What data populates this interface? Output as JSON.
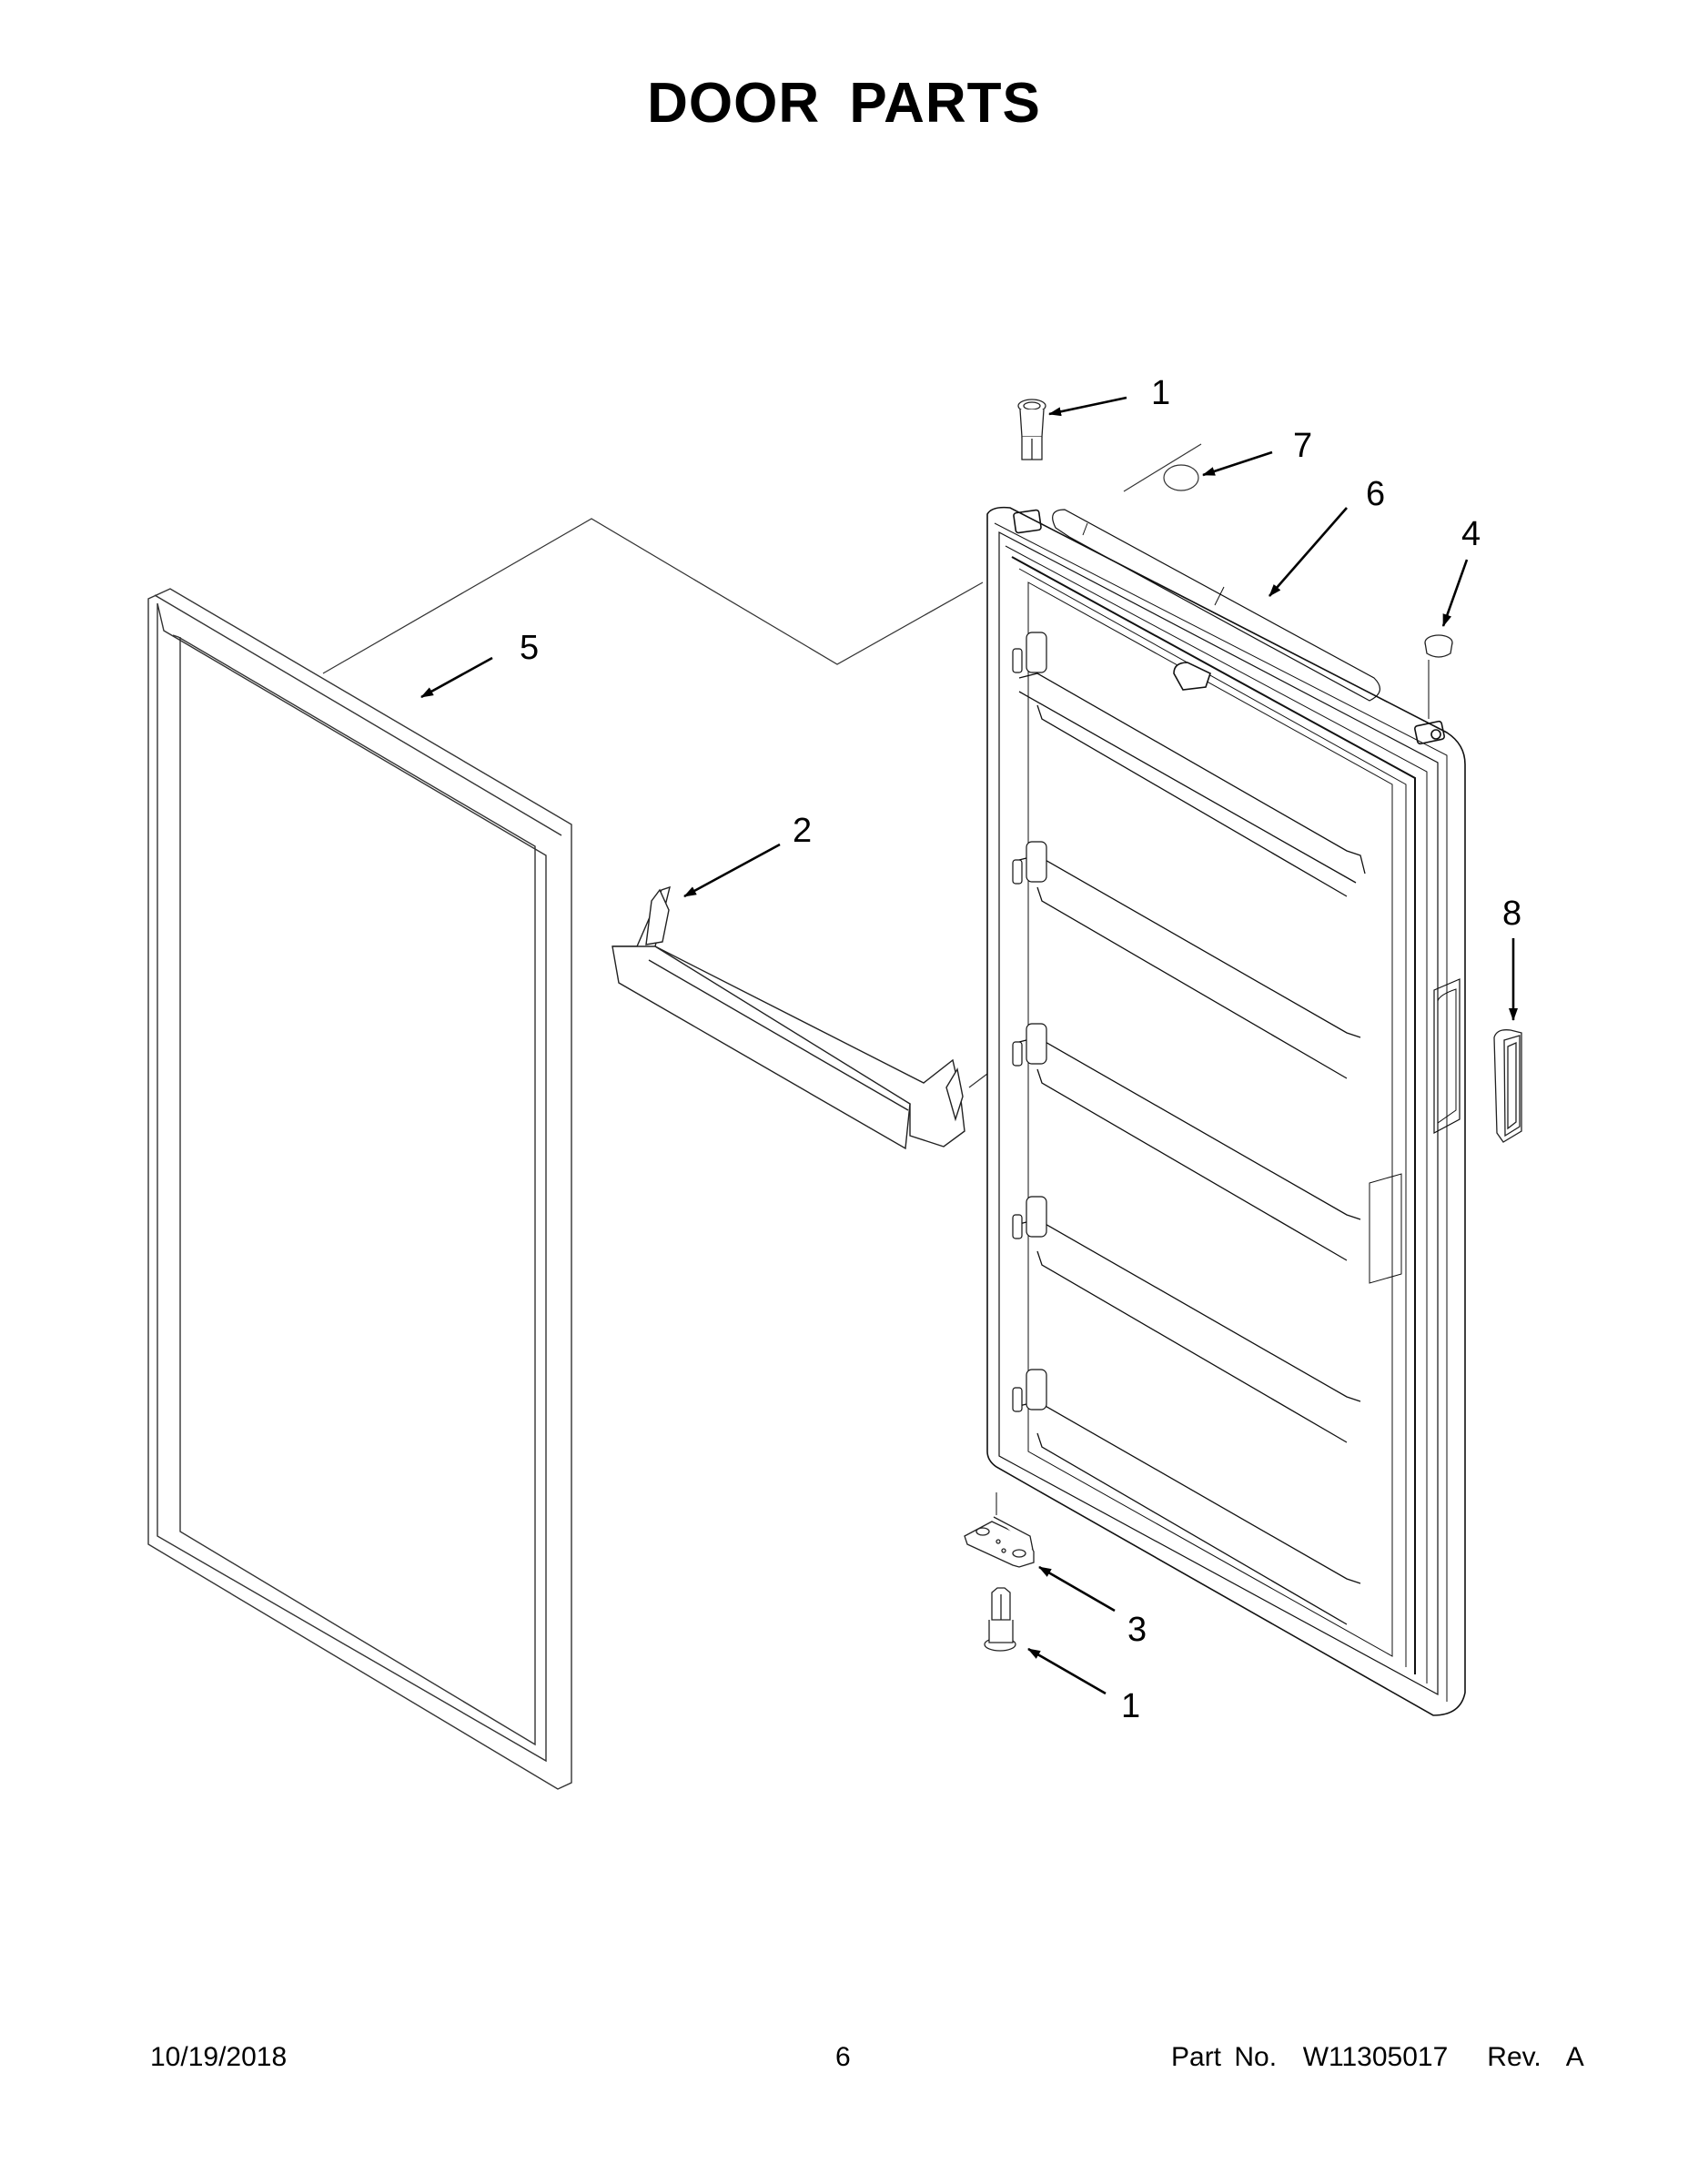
{
  "page": {
    "title": "DOOR PARTS"
  },
  "callouts": [
    {
      "id": "c1-top",
      "label": "1",
      "part": "door hinge bushing (top)"
    },
    {
      "id": "c7",
      "label": "7",
      "part": "round cover / plug"
    },
    {
      "id": "c6",
      "label": "6",
      "part": "door assembly (inner liner)"
    },
    {
      "id": "c4",
      "label": "4",
      "part": "hinge cap"
    },
    {
      "id": "c5",
      "label": "5",
      "part": "door gasket"
    },
    {
      "id": "c2",
      "label": "2",
      "part": "door shelf bin"
    },
    {
      "id": "c8",
      "label": "8",
      "part": "door handle"
    },
    {
      "id": "c3",
      "label": "3",
      "part": "bottom hinge bracket"
    },
    {
      "id": "c1-bottom",
      "label": "1",
      "part": "door hinge bushing (bottom)"
    }
  ],
  "footer": {
    "date": "10/19/2018",
    "page_number": "6",
    "part_number": "Part No.  W11305017   Rev.  A"
  },
  "colors": {
    "line": "#000000",
    "thin_line": "#333333",
    "background": "#ffffff"
  }
}
